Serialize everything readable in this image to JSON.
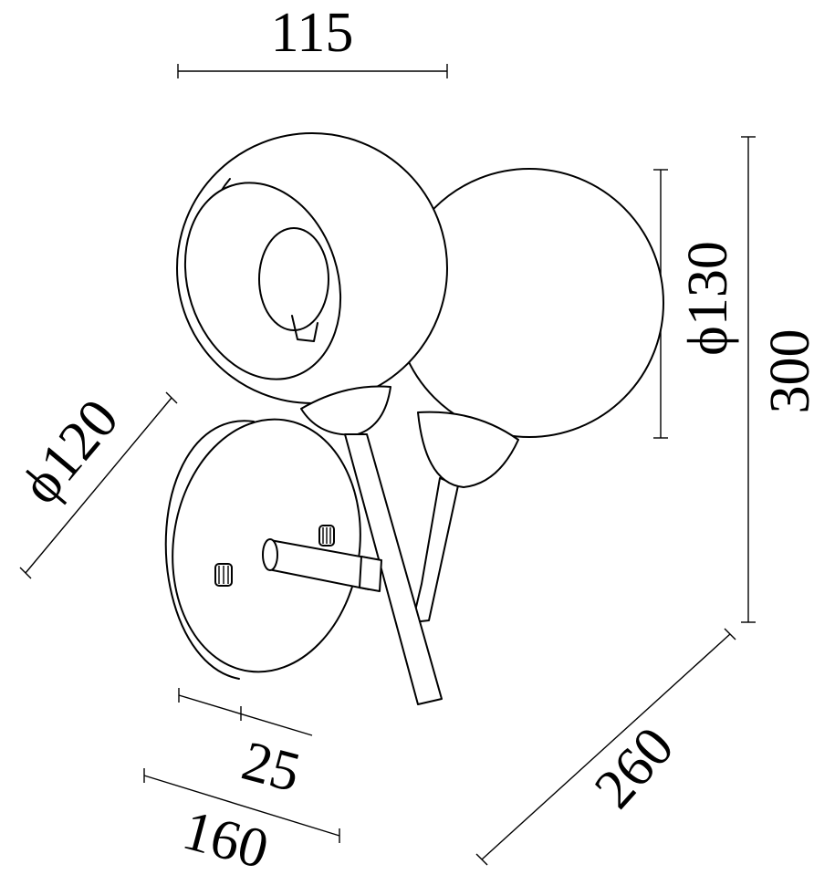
{
  "dimensions": {
    "top_width": "115",
    "globe_diameter_right": "ϕ130",
    "total_height": "300",
    "backplate_diameter": "ϕ120",
    "backplate_depth": "25",
    "base_width": "160",
    "projection": "260"
  },
  "colors": {
    "line": "#000000",
    "background": "#ffffff"
  }
}
